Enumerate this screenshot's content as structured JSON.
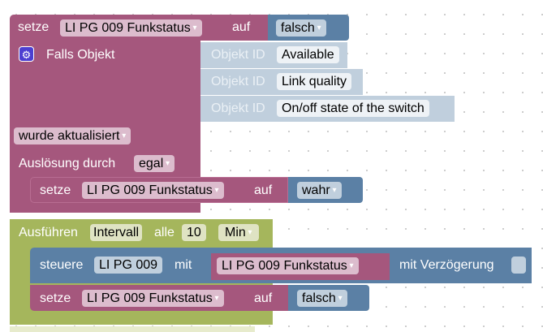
{
  "top_set": {
    "label": "setze",
    "variable": "LI PG 009 Funkstatus",
    "to": "auf",
    "value": "falsch"
  },
  "trigger": {
    "label": "Falls Objekt",
    "object_label": "Objekt ID",
    "objects": [
      "Available",
      "Link quality",
      "On/off state of the switch"
    ],
    "condition": "wurde aktualisiert",
    "trigger_by_label": "Auslösung durch",
    "trigger_by": "egal"
  },
  "inner_set": {
    "label": "setze",
    "variable": "LI PG 009 Funkstatus",
    "to": "auf",
    "value": "wahr"
  },
  "schedule": {
    "label": "Ausführen",
    "mode": "Intervall",
    "every": "alle",
    "interval": "10",
    "unit": "Min"
  },
  "control": {
    "label": "steuere",
    "device": "LI PG 009",
    "with": "mit",
    "value": "LI PG 009 Funkstatus",
    "delay_label": "mit Verzögerung"
  },
  "final_set": {
    "label": "setze",
    "variable": "LI PG 009 Funkstatus",
    "to": "auf",
    "value": "falsch"
  },
  "colors": {
    "logic": "#a5577d",
    "value": "#5b80a5",
    "object": "#c0cfdd",
    "timer": "#a5b65c"
  }
}
